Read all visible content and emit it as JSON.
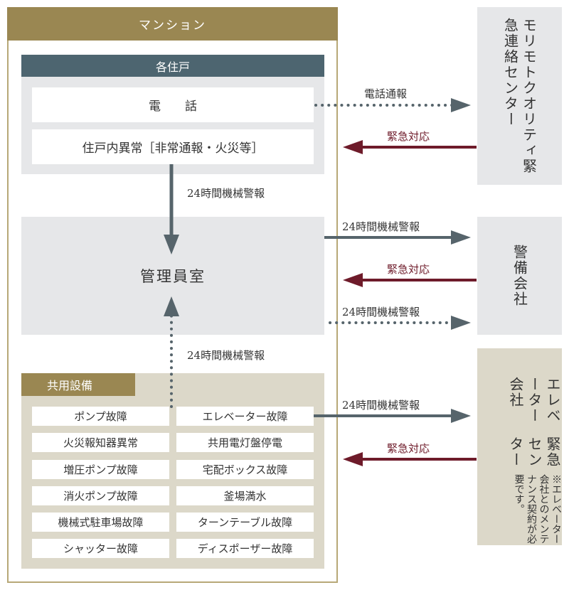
{
  "mansion": {
    "title": "マンション"
  },
  "units": {
    "title": "各住戸",
    "phone": "電　　話",
    "abnormal": "住戸内異常［非常通報・火災等］"
  },
  "manager_room": "管理員室",
  "common": {
    "title": "共用設備",
    "items": [
      "ポンプ故障",
      "エレベーター故障",
      "火災報知器異常",
      "共用電灯盤停電",
      "増圧ポンプ故障",
      "宅配ボックス故障",
      "消火ポンプ故障",
      "釜場満水",
      "機械式駐車場故障",
      "ターンテーブル故障",
      "シャッター故障",
      "ディスポーザー故障"
    ]
  },
  "right": {
    "center": "モリモトクオリティ緊急連絡センター",
    "security": "警備会社",
    "elevator_title1": "エレベーター会社",
    "elevator_title2": "緊急センター",
    "elevator_note": "※エレベーター会社とのメンテナンス契約が必要です。"
  },
  "labels": {
    "phone_report": "電話通報",
    "emergency": "緊急対応",
    "alarm24": "24時間機械警報"
  },
  "colors": {
    "gold": "#9a8752",
    "slate": "#4d6570",
    "maroon": "#6e1b2a",
    "arrow": "#56646b"
  }
}
